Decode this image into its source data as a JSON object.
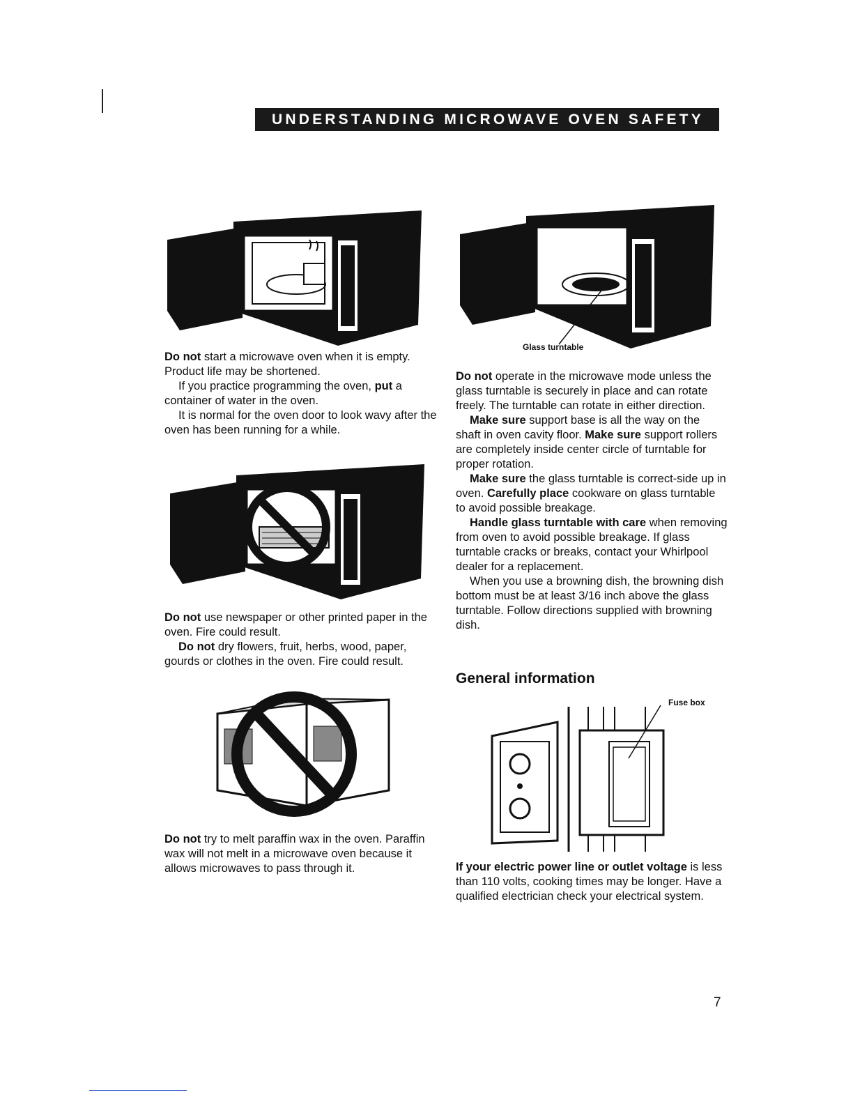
{
  "header": {
    "title": "UNDERSTANDING MICROWAVE OVEN SAFETY"
  },
  "left_column": {
    "block1": {
      "p1_bold": "Do not",
      "p1_text": " start a microwave oven when it is empty. Product life may be shortened.",
      "p2_pre": "If you practice programming the oven, ",
      "p2_bold": "put",
      "p2_post": " a container of water in the oven.",
      "p3_text": "It is normal for the oven door to look wavy after the oven has been running for a while."
    },
    "block2": {
      "p1_bold": "Do not",
      "p1_text": " use newspaper or other printed paper in the oven. Fire could result.",
      "p2_bold": "Do not",
      "p2_text": " dry flowers, fruit, herbs, wood, paper, gourds or clothes in the oven. Fire could result."
    },
    "block3": {
      "p1_bold": "Do not",
      "p1_text": " try to melt paraffin wax in the oven. Paraffin wax will not melt in a microwave oven because it allows microwaves to pass through it."
    }
  },
  "right_column": {
    "turntable_caption": "Glass turntable",
    "block1": {
      "p1_bold": "Do not",
      "p1_text": " operate in the microwave mode unless the glass turntable is securely in place and can rotate freely. The turntable can rotate in either direction.",
      "p2_bold": "Make sure",
      "p2_text": " support base is all the way on the shaft in oven cavity floor. ",
      "p2b_bold": "Make sure",
      "p2b_text": " support rollers are completely inside center circle of turntable for proper rotation.",
      "p3_bold": "Make sure",
      "p3_text": " the glass turntable is correct-side up in oven. ",
      "p3b_bold": "Carefully place",
      "p3b_text": " cookware on glass turntable to avoid possible breakage.",
      "p4_bold": "Handle glass turntable with care",
      "p4_text": " when removing from oven to avoid possible breakage. If glass turntable cracks or breaks, contact your Whirlpool dealer for a replacement.",
      "p5_text": "When you use a browning dish, the browning dish bottom must be at least 3/16 inch above the glass turntable. Follow directions supplied with browning dish."
    },
    "section_title": "General information",
    "fuse_box_caption": "Fuse box",
    "block2": {
      "p1_bold": "If your electric power line or outlet voltage",
      "p1_text": " is less than 110 volts, cooking times may be longer. Have a qualified electrician check your electrical system."
    }
  },
  "page_number": "7"
}
